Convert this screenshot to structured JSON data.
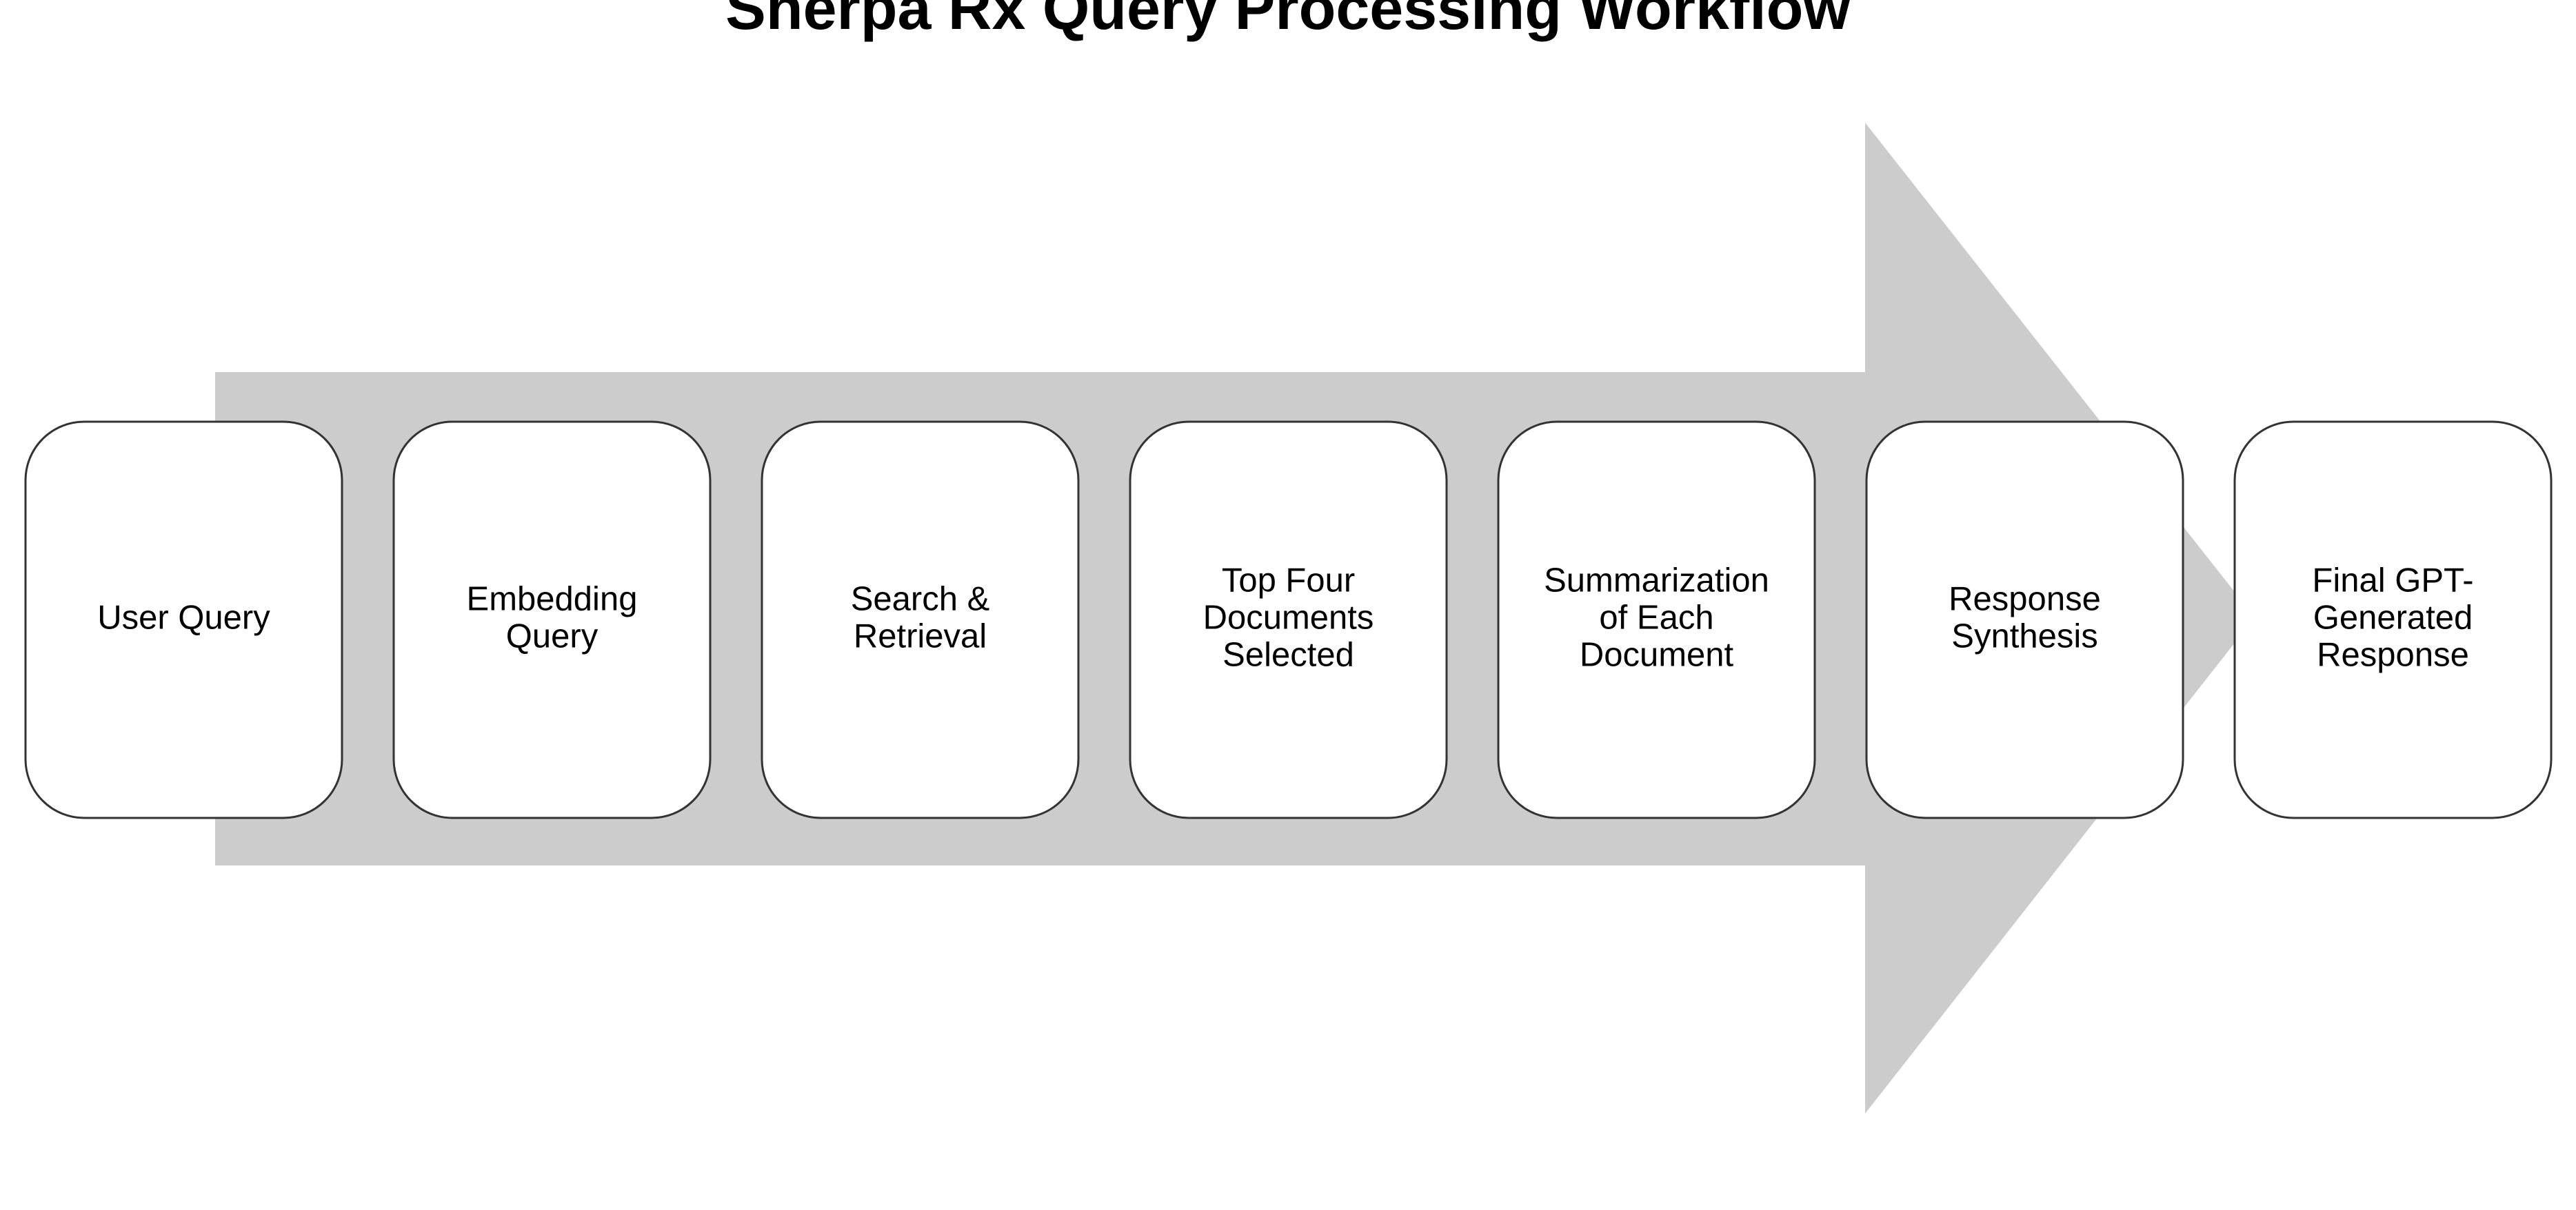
{
  "title": "Sherpa Rx Query Processing Workflow",
  "colors": {
    "arrow": "#cccccc",
    "box_fill": "#ffffff",
    "box_stroke": "#333333",
    "text": "#000000"
  },
  "steps": [
    {
      "id": "user-query",
      "lines": [
        "User Query"
      ]
    },
    {
      "id": "embedding-query",
      "lines": [
        "Embedding",
        "Query"
      ]
    },
    {
      "id": "search-retrieval",
      "lines": [
        "Search &",
        "Retrieval"
      ]
    },
    {
      "id": "top-four-documents",
      "lines": [
        "Top Four",
        "Documents",
        "Selected"
      ]
    },
    {
      "id": "summarization",
      "lines": [
        "Summarization",
        "of Each",
        "Document"
      ]
    },
    {
      "id": "response-synthesis",
      "lines": [
        "Response",
        "Synthesis"
      ]
    },
    {
      "id": "final-response",
      "lines": [
        "Final GPT-",
        "Generated",
        "Response"
      ]
    }
  ]
}
